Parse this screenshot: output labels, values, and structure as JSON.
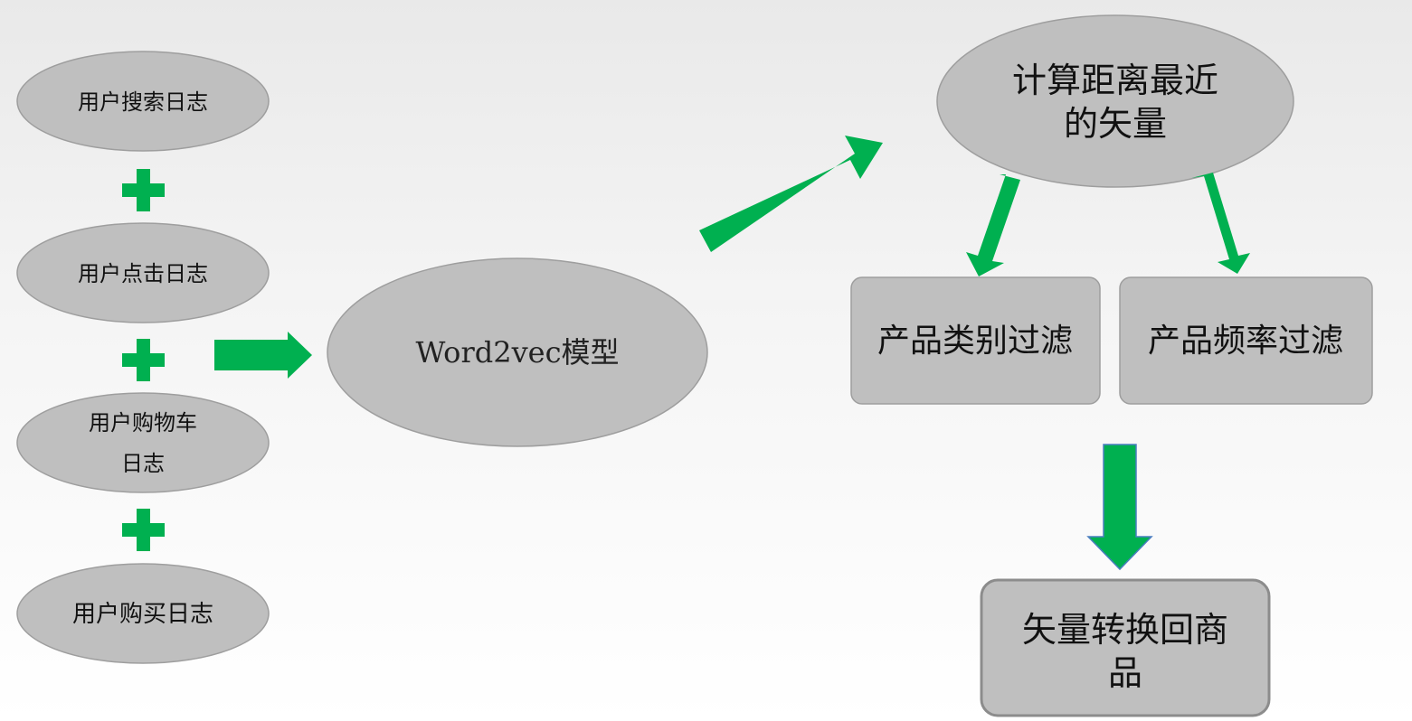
{
  "sources": {
    "search_log": "用户搜索日志",
    "click_log": "用户点击日志",
    "cart_log_line1": "用户购物车",
    "cart_log_line2": "日志",
    "purchase_log": "用户购买日志"
  },
  "model": {
    "label": "Word2vec模型"
  },
  "nearest": {
    "line1": "计算距离最近",
    "line2": "的矢量"
  },
  "filters": {
    "category": "产品类别过滤",
    "frequency": "产品频率过滤"
  },
  "output": {
    "line1": "矢量转换回商",
    "line2": "品"
  },
  "colors": {
    "shape_fill": "#bfbfbf",
    "arrow_green": "#00b050"
  }
}
